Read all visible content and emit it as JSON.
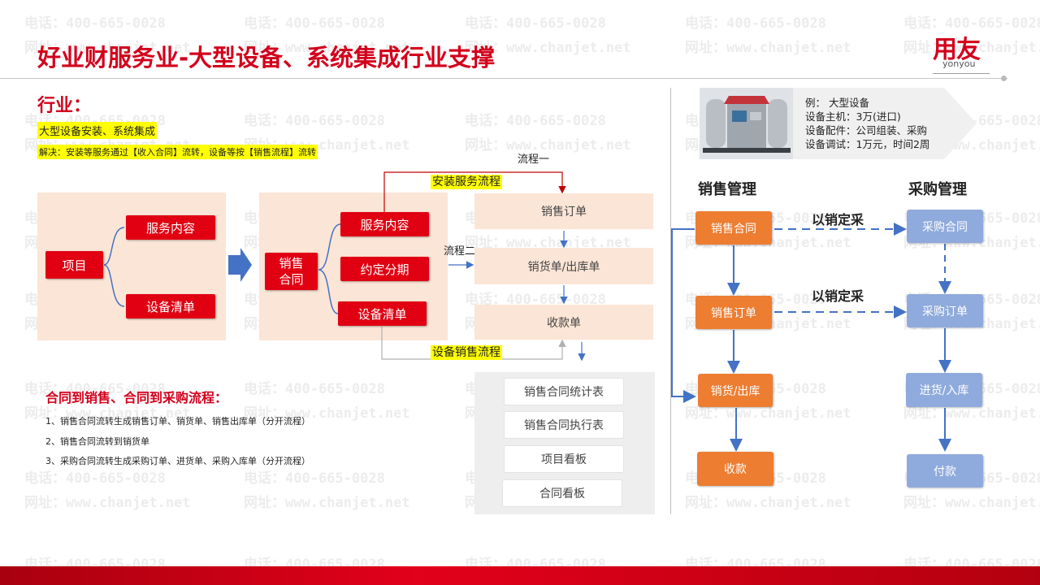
{
  "watermark": {
    "phone": "电话：400-665-0028",
    "site": "网址：www.chanjet.net"
  },
  "header": {
    "title": "好业财服务业-大型设备、系统集成行业支撑",
    "logo_cn": "用友",
    "logo_en": "yonyou"
  },
  "industry": {
    "heading": "行业：",
    "highlight1": "大型设备安装、系统集成",
    "highlight2": "解决：安装等服务通过【收入合同】流转，设备等按【销售流程】流转"
  },
  "left_flow": {
    "project": "项目",
    "service1": "服务内容",
    "equip1": "设备清单",
    "contract": "销售\n合同",
    "service2": "服务内容",
    "installment": "约定分期",
    "equip2": "设备清单",
    "flow1_label": "流程一",
    "flow2_label": "流程二",
    "install_flow": "安装服务流程",
    "sales_flow": "设备销售流程",
    "sales_order": "销售订单",
    "delivery": "销货单/出库单",
    "receipt": "收款单"
  },
  "reports": {
    "items": [
      "销售合同统计表",
      "销售合同执行表",
      "项目看板",
      "合同看板"
    ]
  },
  "section2": {
    "heading": "合同到销售、合同到采购流程：",
    "items": [
      "1、销售合同流转生成销售订单、销货单、销售出库单（分开流程）",
      "2、销售合同流转到销货单",
      "3、采购合同流转生成采购订单、进货单、采购入库单（分开流程）"
    ]
  },
  "example": {
    "lines": [
      "例：  大型设备",
      "设备主机：3万(进口)",
      "设备配件：公司组装、采购",
      "设备调试：1万元，时间2周"
    ]
  },
  "right_flow": {
    "sales_head": "销售管理",
    "purchase_head": "采购管理",
    "sales_nodes": [
      "销售合同",
      "销售订单",
      "销货/出库",
      "收款"
    ],
    "purchase_nodes": [
      "采购合同",
      "采购订单",
      "进货/入库",
      "付款"
    ],
    "link_label_1": "以销定采",
    "link_label_2": "以销定采"
  },
  "colors": {
    "brand_red": "#d3001c",
    "orange": "#ed7d31",
    "blue": "#8faadc",
    "peach": "#fbe5d6",
    "arrow_blue": "#4472c4"
  }
}
